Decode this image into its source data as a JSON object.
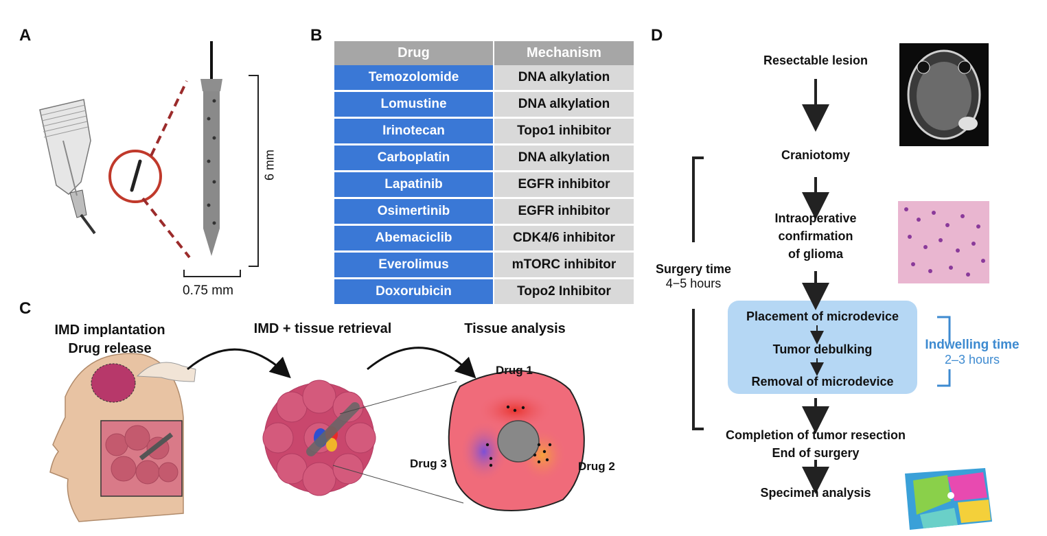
{
  "panels": {
    "a": {
      "letter": "A",
      "height_label": "6 mm",
      "width_label": "0.75 mm"
    },
    "b": {
      "letter": "B",
      "headers": [
        "Drug",
        "Mechanism"
      ],
      "rows": [
        {
          "drug": "Temozolomide",
          "mechanism": "DNA alkylation"
        },
        {
          "drug": "Lomustine",
          "mechanism": "DNA alkylation"
        },
        {
          "drug": "Irinotecan",
          "mechanism": "Topo1 inhibitor"
        },
        {
          "drug": "Carboplatin",
          "mechanism": "DNA alkylation"
        },
        {
          "drug": "Lapatinib",
          "mechanism": "EGFR inhibitor"
        },
        {
          "drug": "Osimertinib",
          "mechanism": "EGFR inhibitor"
        },
        {
          "drug": "Abemaciclib",
          "mechanism": "CDK4/6 inhibitor"
        },
        {
          "drug": "Everolimus",
          "mechanism": "mTORC inhibitor"
        },
        {
          "drug": "Doxorubicin",
          "mechanism": "Topo2 Inhibitor"
        }
      ]
    },
    "c": {
      "letter": "C",
      "step1_line1": "IMD implantation",
      "step1_line2": "Drug release",
      "step2": "IMD + tissue retrieval",
      "step3": "Tissue analysis",
      "drug1": "Drug 1",
      "drug2": "Drug 2",
      "drug3": "Drug 3"
    },
    "d": {
      "letter": "D",
      "resectable": "Resectable lesion",
      "craniotomy": "Craniotomy",
      "intraop_line1": "Intraoperative",
      "intraop_line2": "confirmation",
      "intraop_line3": "of glioma",
      "placement": "Placement of microdevice",
      "debulking": "Tumor debulking",
      "removal": "Removal of microdevice",
      "completion_line1": "Completion of tumor resection",
      "completion_line2": "End of surgery",
      "specimen": "Specimen analysis",
      "surgery_time_label": "Surgery time",
      "surgery_time_value": "4−5 hours",
      "indwelling_label": "Indwelling time",
      "indwelling_value": "2–3 hours"
    }
  },
  "colors": {
    "table_header": "#a6a6a6",
    "drug_cell": "#3a78d6",
    "mechanism_cell": "#d9d9d9",
    "indwelling_blue": "#3d8ad0",
    "box_blue": "#b5d7f4",
    "dashed_red": "#9b2b2b"
  }
}
